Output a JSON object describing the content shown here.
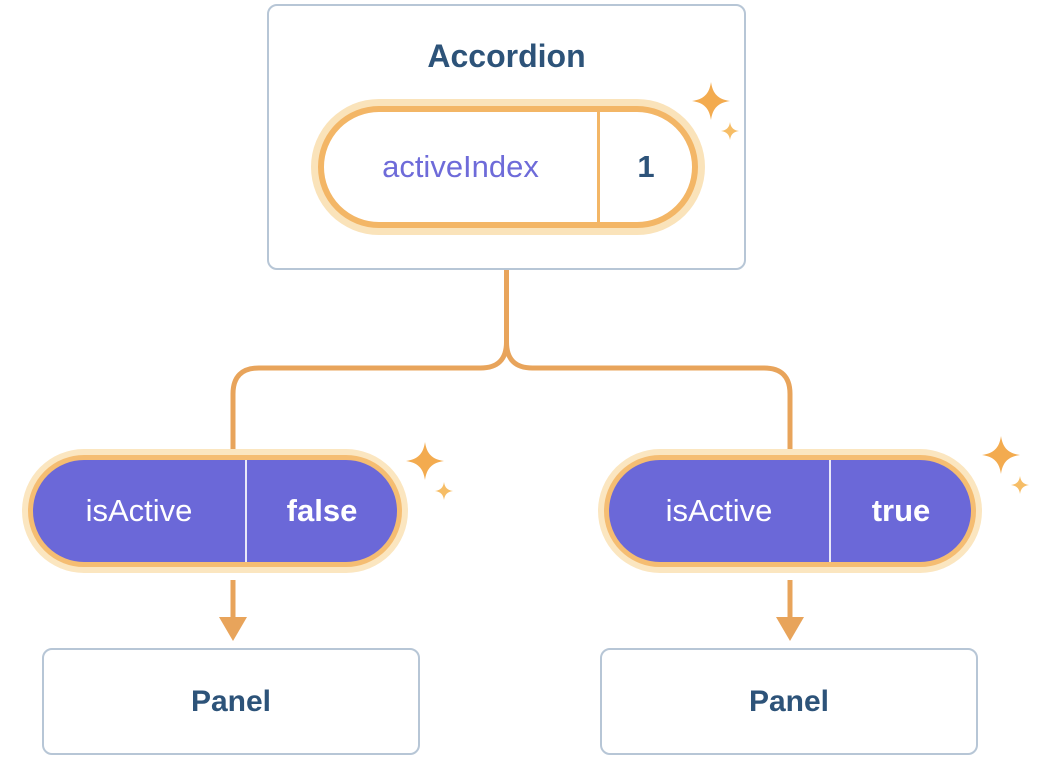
{
  "accordion": {
    "title": "Accordion",
    "pill": {
      "label": "activeIndex",
      "value": "1"
    }
  },
  "branches": [
    {
      "pill": {
        "label": "isActive",
        "value": "false"
      },
      "panel": {
        "title": "Panel"
      }
    },
    {
      "pill": {
        "label": "isActive",
        "value": "true"
      },
      "panel": {
        "title": "Panel"
      }
    }
  ],
  "icons": {
    "sparkle": "sparkle-icon"
  },
  "colors": {
    "card_border": "#b7c6d6",
    "card_background": "#ffffff",
    "heading_text": "#2d5379",
    "connector_orange": "#e8a45b",
    "pill_ring_orange": "#f3b666",
    "pill_glow_orange": "#fae3ba",
    "pill_purple": "#6b68d8",
    "pill_label_purple": "#6e6bd9",
    "pill_text_white": "#ffffff"
  }
}
